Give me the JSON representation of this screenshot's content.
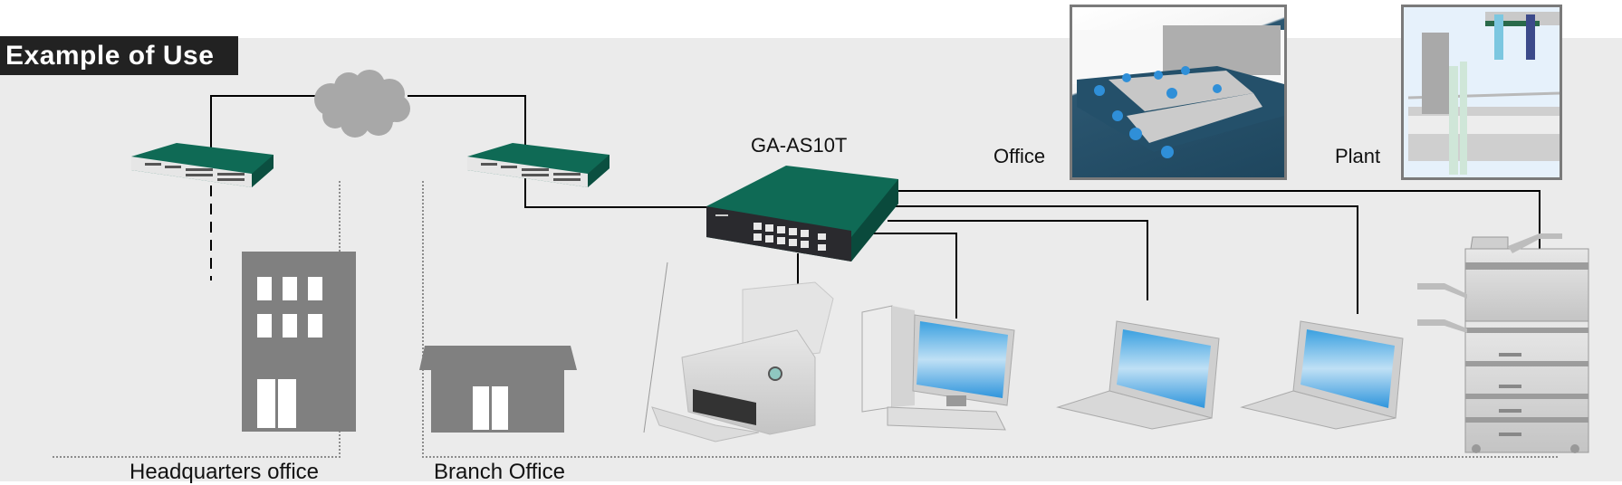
{
  "section_title": "Example of Use",
  "device_label": "GA-AS10T",
  "locations": {
    "headquarters": "Headquarters office",
    "branch": "Branch Office"
  },
  "environments": [
    {
      "label": "Office",
      "icon": "office-photo"
    },
    {
      "label": "Plant",
      "icon": "plant-photo"
    }
  ],
  "nodes": [
    {
      "id": "internet",
      "icon": "cloud-icon"
    },
    {
      "id": "hq-switch",
      "icon": "switch-icon"
    },
    {
      "id": "branch-switch",
      "icon": "switch-icon"
    },
    {
      "id": "ga-as10t",
      "icon": "switch-icon"
    },
    {
      "id": "scanner",
      "icon": "scanner-icon"
    },
    {
      "id": "desktop-pc",
      "icon": "desktop-icon"
    },
    {
      "id": "laptop-1",
      "icon": "laptop-icon"
    },
    {
      "id": "laptop-2",
      "icon": "laptop-icon"
    },
    {
      "id": "copier",
      "icon": "copier-icon"
    },
    {
      "id": "hq-building",
      "icon": "building-icon"
    },
    {
      "id": "branch-building",
      "icon": "house-icon"
    }
  ],
  "colors": {
    "switch_green": "#0f6a55",
    "building_gray": "#808080",
    "cloud_gray": "#a8a8a8",
    "background": "#ebebeb",
    "title_bg": "#222222"
  }
}
